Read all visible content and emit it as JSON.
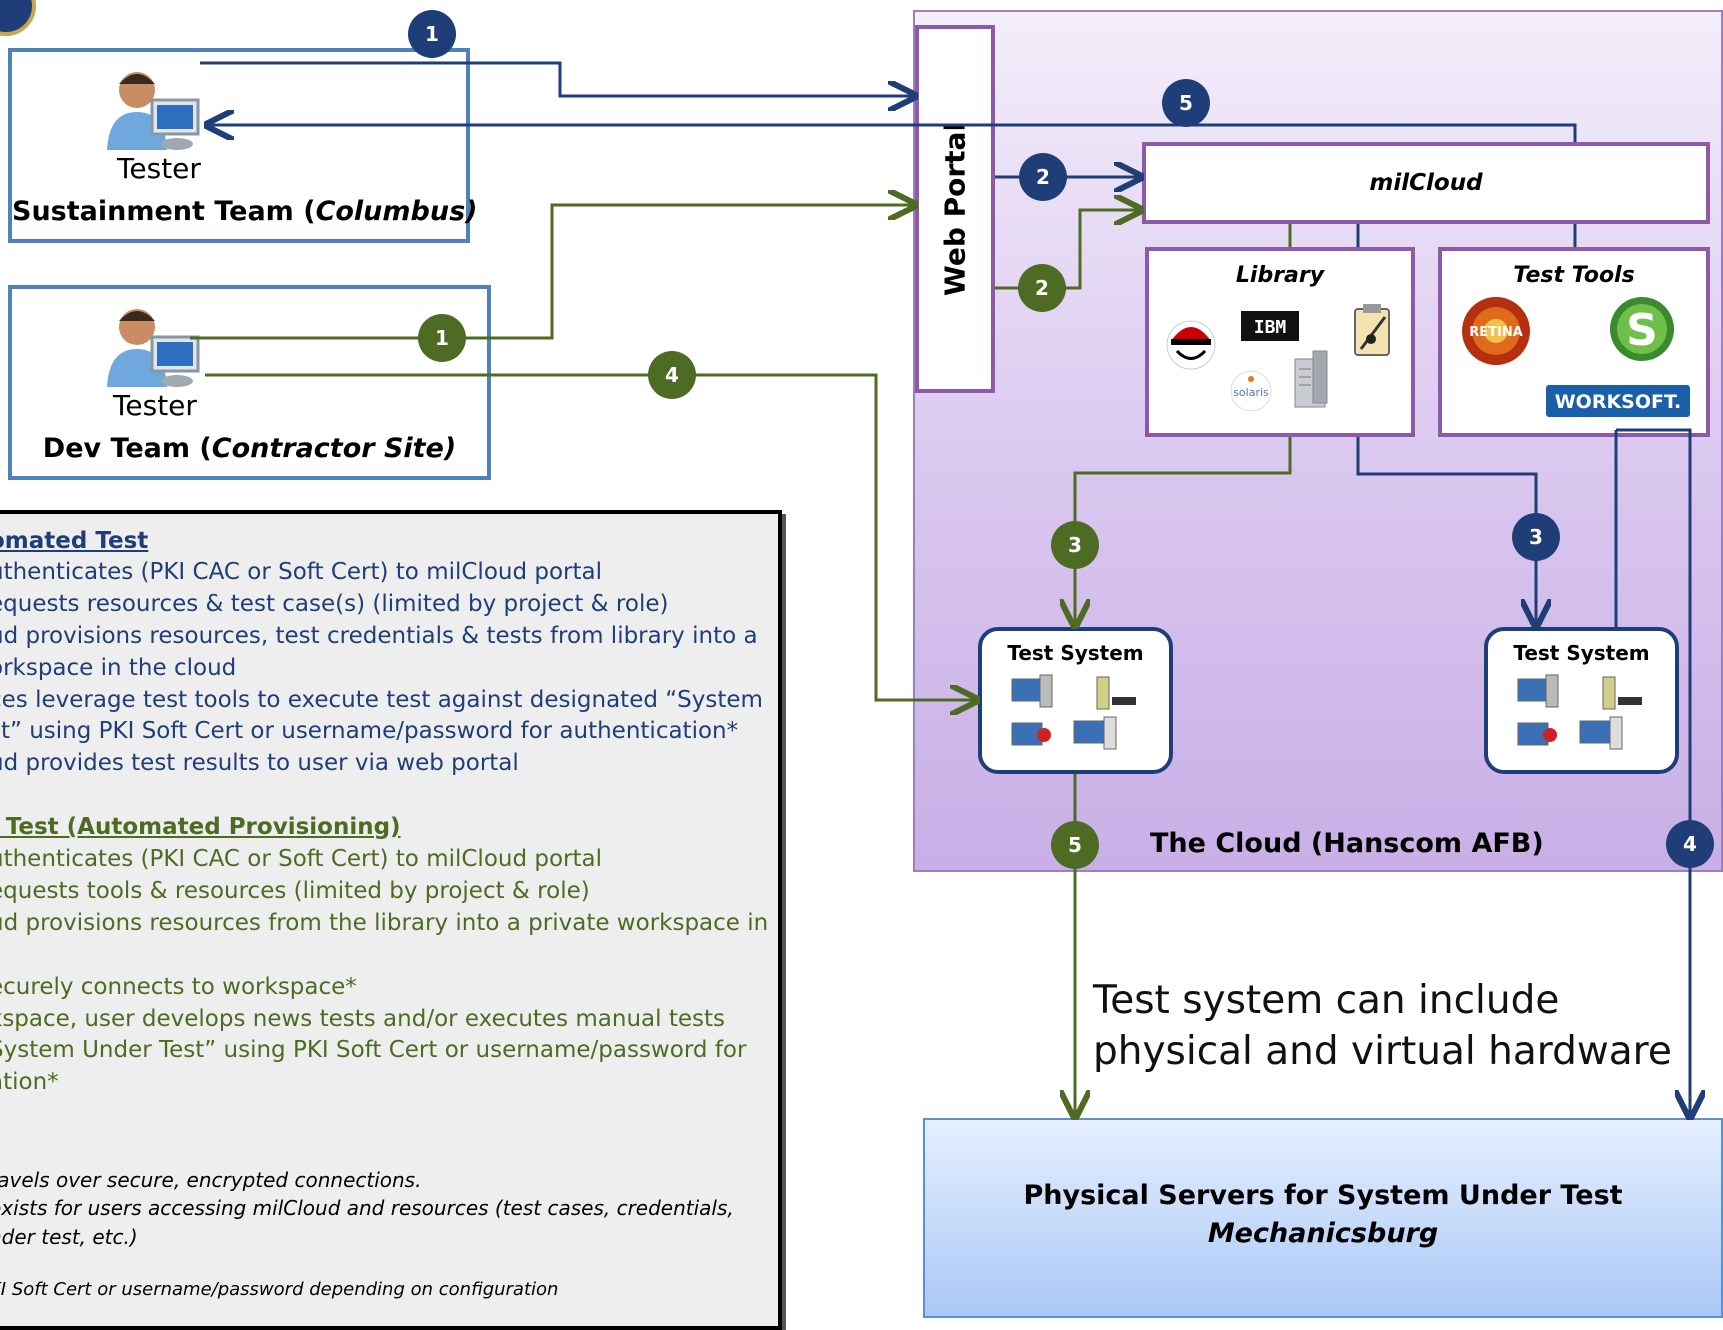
{
  "teams": {
    "sustainment": {
      "tester_label": "Tester",
      "name_prefix": "Sustainment Team (",
      "name_italic": "Columbus)"
    },
    "dev": {
      "tester_label": "Tester",
      "name_prefix": "Dev Team (",
      "name_italic": "Contractor Site)"
    }
  },
  "cloud": {
    "label": "The Cloud (Hanscom AFB)",
    "web_portal": "Web Portal",
    "milcloud": "milCloud",
    "library": {
      "title": "Library",
      "logos": [
        "redhat-logo",
        "ibm-logo",
        "clipboard-icon",
        "solaris-logo",
        "server-icon"
      ],
      "ibm_text": "IBM",
      "solaris_text": "solaris"
    },
    "test_tools": {
      "title": "Test Tools",
      "retina_text": "RETINA",
      "s_text": "S",
      "worksoft_text": "WORKSOFT."
    },
    "test_system_left": "Test System",
    "test_system_right": "Test System"
  },
  "badges": {
    "b1_top": "1",
    "b1_dev": "1",
    "b2_top": "2",
    "b2_bottom": "2",
    "b3_left": "3",
    "b3_right": "3",
    "b4_dev": "4",
    "b4_right": "4",
    "b5_top": "5",
    "b5_bottom": "5"
  },
  "colors": {
    "blue": "#1f3e78",
    "green": "#4e6b23",
    "purple": "#8e5aa8",
    "team_border": "#4f81bd"
  },
  "legend": {
    "lines": [
      {
        "text": "omated Test",
        "style": "blue-head"
      },
      {
        "text": "uthenticates (PKI CAC or Soft Cert) to milCloud portal",
        "style": "blue"
      },
      {
        "text": "equests resources & test case(s) (limited by project & role)",
        "style": "blue"
      },
      {
        "text": "ud provisions resources, test credentials & tests from library into a",
        "style": "blue"
      },
      {
        "text": "orkspace in the cloud",
        "style": "blue"
      },
      {
        "text": "ces leverage test tools to execute test against designated “System",
        "style": "blue"
      },
      {
        "text": "st” using PKI Soft Cert or username/password for authentication*",
        "style": "blue"
      },
      {
        "text": "ud provides test results to user via web portal",
        "style": "blue"
      },
      {
        "text": "’ Test (Automated Provisioning)",
        "style": "green-head"
      },
      {
        "text": "uthenticates (PKI CAC or Soft Cert) to milCloud portal",
        "style": "green"
      },
      {
        "text": "equests tools & resources (limited by project & role)",
        "style": "green"
      },
      {
        "text": "ud provisions resources from the library into a private workspace in",
        "style": "green"
      },
      {
        "text": "ecurely connects to workspace*",
        "style": "green"
      },
      {
        "text": "kspace, user develops news tests and/or executes manual tests",
        "style": "green"
      },
      {
        "text": "System Under Test” using PKI Soft Cert or username/password for",
        "style": "green"
      },
      {
        "text": "ation*",
        "style": "green"
      },
      {
        "text": "ravels over secure, encrypted connections.",
        "style": "note"
      },
      {
        "text": "exists for users accessing milCloud and resources (test cases, credentials,",
        "style": "note"
      },
      {
        "text": "nder test, etc.)",
        "style": "note"
      },
      {
        "text": "KI Soft Cert or username/password depending on configuration",
        "style": "note-small"
      }
    ]
  },
  "note": "Test system can include physical and virtual hardware",
  "physical": {
    "line1": "Physical Servers for System Under Test",
    "line2": "Mechanicsburg"
  }
}
